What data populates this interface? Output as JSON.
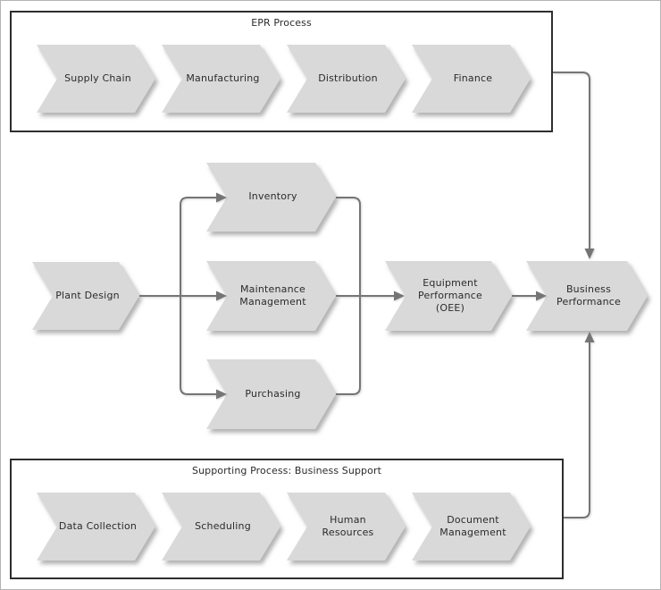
{
  "colors": {
    "shape_fill": "#d9d9d9",
    "connector": "#757575",
    "box_border": "#2e2e2e",
    "text": "#2b2b2b"
  },
  "epr_group": {
    "title": "EPR Process",
    "steps": [
      "Supply Chain",
      "Manufacturing",
      "Distribution",
      "Finance"
    ]
  },
  "main_flow": {
    "plant_design": "Plant Design",
    "inventory": "Inventory",
    "maintenance_management": "Maintenance\nManagement",
    "purchasing": "Purchasing",
    "equipment_performance": "Equipment\nPerformance\n(OEE)",
    "business_performance": "Business\nPerformance"
  },
  "support_group": {
    "title": "Supporting Process: Business Support",
    "steps": [
      "Data Collection",
      "Scheduling",
      "Human\nResources",
      "Document\nManagement"
    ]
  }
}
